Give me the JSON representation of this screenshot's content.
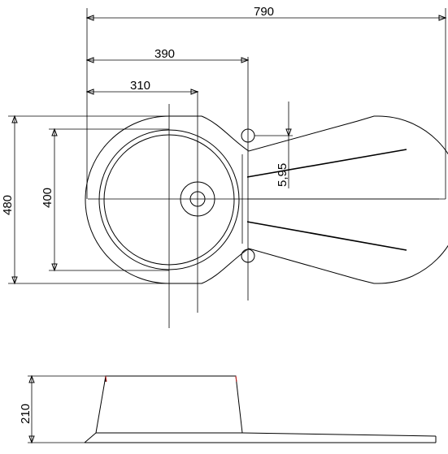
{
  "dimensions": {
    "overall_width": "790",
    "bowl_offset_390": "390",
    "bowl_center_310": "310",
    "overall_height": "480",
    "bowl_diameter": "400",
    "drainboard_slope": "5,95",
    "depth": "210"
  },
  "colors": {
    "line": "#000000",
    "accent": "#cc2222"
  }
}
